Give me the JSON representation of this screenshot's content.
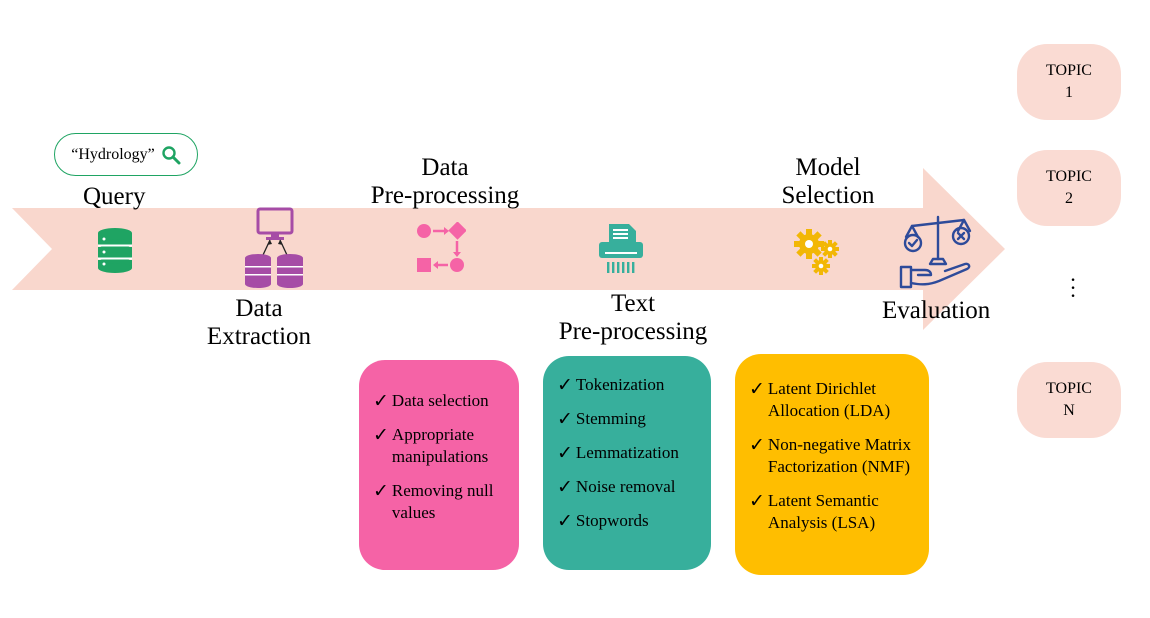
{
  "query": {
    "text": "“Hydrology”"
  },
  "stages": {
    "query": "Query",
    "data_extraction_1": "Data",
    "data_extraction_2": "Extraction",
    "data_preprocessing_1": "Data",
    "data_preprocessing_2": "Pre-processing",
    "text_preprocessing_1": "Text",
    "text_preprocessing_2": "Pre-processing",
    "model_selection_1": "Model",
    "model_selection_2": "Selection",
    "evaluation": "Evaluation"
  },
  "boxes": {
    "data_preprocessing": {
      "color": "#f563a6",
      "items": [
        [
          "Data selection"
        ],
        [
          "Appropriate",
          "manipulations"
        ],
        [
          "Removing null",
          "values"
        ]
      ]
    },
    "text_preprocessing": {
      "color": "#37af9c",
      "items": [
        [
          "Tokenization"
        ],
        [
          "Stemming"
        ],
        [
          "Lemmatization"
        ],
        [
          "Noise removal"
        ],
        [
          "Stopwords"
        ]
      ]
    },
    "model_selection": {
      "color": "#ffbe00",
      "items": [
        [
          "Latent Dirichlet",
          "Allocation (LDA)"
        ],
        [
          "Non-negative Matrix",
          "Factorization (NMF)"
        ],
        [
          "Latent Semantic",
          "Analysis (LSA)"
        ]
      ]
    }
  },
  "topics": [
    {
      "line1": "TOPIC",
      "line2": "1"
    },
    {
      "line1": "TOPIC",
      "line2": "2"
    },
    {
      "line1": "TOPIC",
      "line2": "N"
    }
  ],
  "icons": {
    "database": "database-icon",
    "extraction": "data-extraction-icon",
    "flow": "process-flow-icon",
    "shredder": "shredder-icon",
    "gears": "gears-icon",
    "scale": "balance-scale-icon",
    "search": "search-icon"
  },
  "colors": {
    "arrow": "#f9d7cd",
    "green": "#1fa463",
    "purple": "#a64ca6",
    "pink": "#f563a6",
    "teal": "#37af9c",
    "gold": "#f2b705",
    "blue": "#2e4b9a"
  }
}
